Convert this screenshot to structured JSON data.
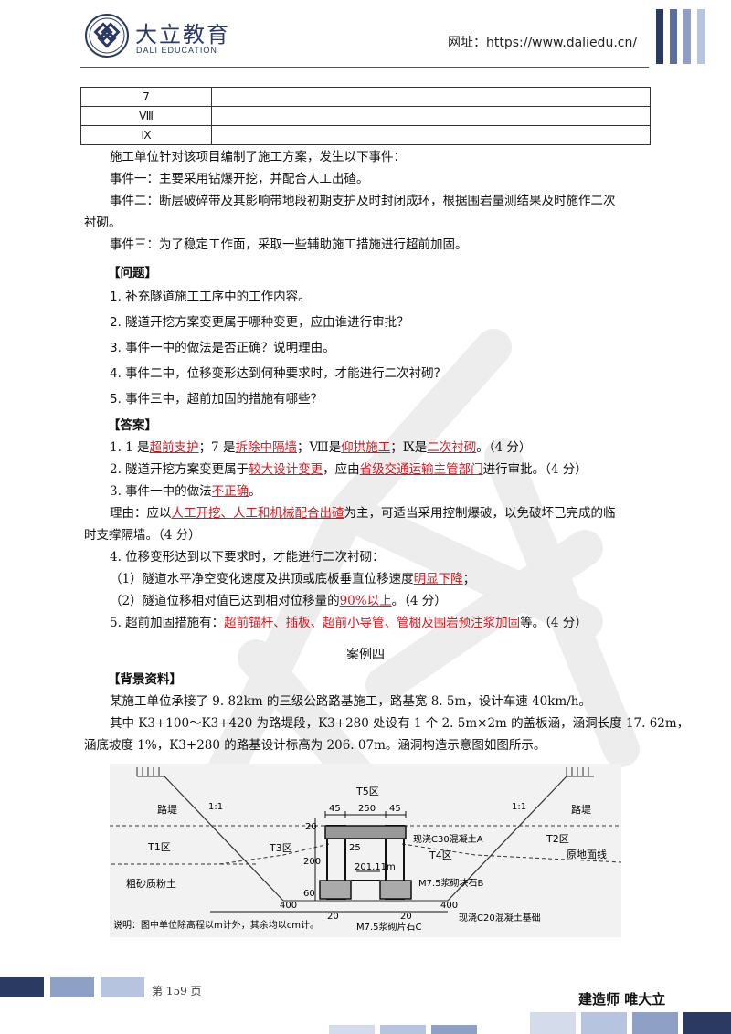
{
  "header": {
    "brand_cn": "大立教育",
    "brand_en": "DALI EDUCATION",
    "url_label": "网址：https://www.daliedu.cn/"
  },
  "table": {
    "rows": [
      {
        "label": "7",
        "value": ""
      },
      {
        "label": "Ⅷ",
        "value": ""
      },
      {
        "label": "Ⅸ",
        "value": ""
      }
    ]
  },
  "events": {
    "intro": "施工单位针对该项目编制了施工方案，发生以下事件：",
    "e1": "事件一：主要采用钻爆开挖，并配合人工出碴。",
    "e2a": "事件二：断层破碎带及其影响带地段初期支护及时封闭成环，根据围岩量测结果及时施作二次",
    "e2b": "衬砌。",
    "e3": "事件三：为了稳定工作面，采取一些辅助施工措施进行超前加固。"
  },
  "questions": {
    "heading": "【问题】",
    "items": [
      "1. 补充隧道施工工序中的工作内容。",
      "2. 隧道开挖方案变更属于哪种变更，应由谁进行审批？",
      "3. 事件一中的做法是否正确？说明理由。",
      "4. 事件二中，位移变形达到何种要求时，才能进行二次衬砌？",
      "5. 事件三中，超前加固的措施有哪些？"
    ]
  },
  "answers": {
    "heading": "【答案】",
    "a1": {
      "p1": "1. 1 是",
      "r1": "超前支护",
      "p2": "；7 是",
      "r2": "拆除中隔墙",
      "p3": "；Ⅷ是",
      "r3": "仰拱施工",
      "p4": "；Ⅸ是",
      "r4": "二次衬砌",
      "p5": "。（4 分）"
    },
    "a2": {
      "p1": "2. 隧道开挖方案变更属于",
      "r1": "较大设计变更",
      "p2": "，应由",
      "r2": "省级交通运输主管部门",
      "p3": "进行审批。（4 分）"
    },
    "a3": {
      "p1": "3. 事件一中的做法",
      "r1": "不正确",
      "p2": "。"
    },
    "reason": {
      "p1": "理由：应以",
      "r1": "人工开挖、人工和机械配合出碴",
      "p2": "为主，可适当采用控制爆破，以免破坏已完成的临"
    },
    "reason2": "时支撑隔墙。（4 分）",
    "a4": "4. 位移变形达到以下要求时，才能进行二次衬砌：",
    "a4_1": {
      "p1": "（1）隧道水平净空变化速度及拱顶或底板垂直位移速度",
      "r1": "明显下降",
      "p2": "；"
    },
    "a4_2": {
      "p1": "（2）隧道位移相对值已达到相对位移量的",
      "r1": "90%以上",
      "p2": "。（4 分）"
    },
    "a5": {
      "p1": "5. 超前加固措施有：",
      "r1": "超前锚杆、插板、超前小导管、管棚及围岩预注浆加固",
      "p2": "等。（4 分）"
    }
  },
  "case4": {
    "title": "案例四",
    "bg_heading": "【背景资料】",
    "p1": "某施工单位承接了 9. 82km 的三级公路路基施工，路基宽 8. 5m，设计车速 40km/h。",
    "p2": "其中 K3+100～K3+420 为路堤段，K3+280 处设有 1 个 2. 5m×2m 的盖板涵，涵洞长度 17. 62m，",
    "p3": "涵底坡度 1%，K3+280 的路基设计标高为 206. 07m。涵洞构造示意图如图所示。"
  },
  "figure": {
    "t5": "T5区",
    "t1": "T1区",
    "t2": "T2区",
    "t3": "T3区",
    "t4": "T4区",
    "embank_l": "路堤",
    "embank_r": "路堤",
    "slope_l": "1:1",
    "slope_r": "1:1",
    "soil": "粗砂质粉土",
    "ground": "原地面线",
    "dim_45a": "45",
    "dim_250": "250",
    "dim_45b": "45",
    "dim_20": "20",
    "dim_25": "25",
    "dim_200": "200",
    "dim_60": "60",
    "dim_400a": "400",
    "dim_20a": "20",
    "dim_20b": "20",
    "dim_400b": "400",
    "elev": "201.11m",
    "c30": "现浇C30混凝土A",
    "m75b": "M7.5浆砌块石B",
    "m75c": "M7.5浆砌片石C",
    "c20": "现浇C20混凝土基础",
    "note": "说明：图中单位除高程以m计外，其余均以cm计。"
  },
  "footer": {
    "page": "第 159 页",
    "slogan": "建造师  唯大立"
  },
  "colors": {
    "accent_red": "#d6181f",
    "navy": "#2b3a63",
    "stripe_light": "#b7c4df"
  }
}
